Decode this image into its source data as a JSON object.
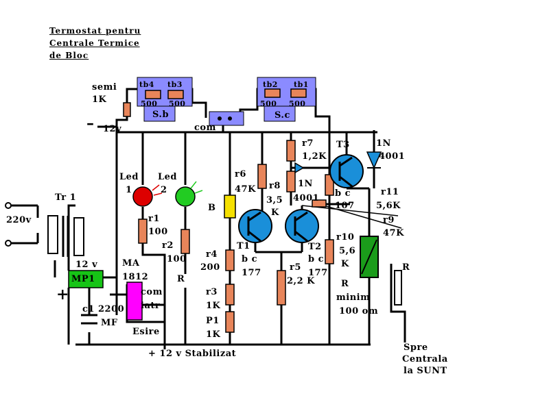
{
  "title_lines": [
    "Termostat pentru",
    "Centrale Termice",
    "de Bloc"
  ],
  "labels": {
    "semi": "semi",
    "semi_val": "1K",
    "minus12": "12v",
    "minus_sign": "–",
    "tb4": "tb4",
    "tb3": "tb3",
    "tb4_val": "500",
    "tb3_val": "500",
    "sb": "S.b",
    "tb2": "tb2",
    "tb1": "tb1",
    "tb2_val": "500",
    "tb1_val": "500",
    "sc": "S.c",
    "com": "com",
    "r7": "r7",
    "r7_val": "1,2K",
    "d1": "1N",
    "d1b": "4001",
    "t3": "T3",
    "d2": "1N",
    "d2b": "4001",
    "r6": "r6",
    "r6_val": "47K",
    "r8": "r8",
    "r8_val": "3,5",
    "r8_k": "K",
    "r11": "r11",
    "r11_val": "5,6K",
    "r9": "r9",
    "r9_val": "47K",
    "t3bc": "b c",
    "t3bc2": "107",
    "led1": "Led",
    "led1n": "1",
    "led2": "Led",
    "led2n": "2",
    "r1": "r1",
    "r1_val": "100",
    "r2": "r2",
    "r2_val": "100",
    "b": "B",
    "tr1": "Tr 1",
    "v220": "220v",
    "v12": "12 v",
    "mp1": "MP1",
    "plus": "+",
    "ma": "MA",
    "ma_val": "1812",
    "com2": "com",
    "iatr": "iatr",
    "c1": "c1",
    "c1_val": "2200",
    "mf": "MF",
    "esire": "Esire",
    "r": "R",
    "r4": "r4",
    "r4_val": "200",
    "r3": "r3",
    "r3_val": "1K",
    "p1": "P1",
    "p1_val": "1K",
    "t1": "T1",
    "t1bc": "b c",
    "t1n": "177",
    "t2": "T2",
    "t2bc": "b c",
    "t2n": "177",
    "r5": "r5",
    "r5_val": "2,2 K",
    "r10": "r10",
    "r10_val": "5,6",
    "r10_k": "K",
    "rel": "R",
    "rel_min": "minim",
    "rel_om": "100 om",
    "rsw": "R",
    "plus12": "+ 12 v Stabilizat",
    "spre1": "Spre",
    "spre2": "Centrala",
    "spre3": "la SUNT"
  },
  "colors": {
    "resistor": "#e8855a",
    "resistor_border": "#000000",
    "box_blue": "#8b8bff",
    "led_red": "#dd0000",
    "led_green": "#22cc22",
    "b_yellow": "#f5e000",
    "mp1_green": "#16c416",
    "ma_magenta": "#ff00ff",
    "relay_green": "#1b9c1b",
    "transistor_blue": "#1a8fd9"
  }
}
